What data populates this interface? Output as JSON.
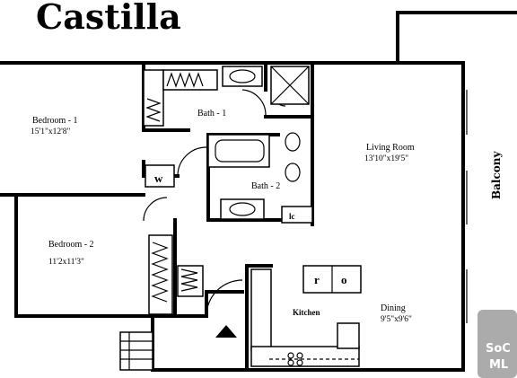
{
  "title": "Castilla",
  "rooms": {
    "bedroom1": {
      "name": "Bedroom - 1",
      "dims": "15'1\"x12'8\""
    },
    "bath1": {
      "name": "Bath - 1"
    },
    "living": {
      "name": "Living Room",
      "dims": "13'10\"x19'5\""
    },
    "balcony": {
      "name": "Balcony"
    },
    "bath2": {
      "name": "Bath - 2"
    },
    "bedroom2": {
      "name": "Bedroom - 2",
      "dims": "11'2x11'3\""
    },
    "kitchen": {
      "name": "Kitchen"
    },
    "dining": {
      "name": "Dining",
      "dims": "9'5\"x9'6\""
    }
  },
  "labels": {
    "washer": "w",
    "closet": "lc",
    "range": "r",
    "oven": "o"
  },
  "watermark": {
    "line1": "SoC",
    "line2": "ML"
  }
}
